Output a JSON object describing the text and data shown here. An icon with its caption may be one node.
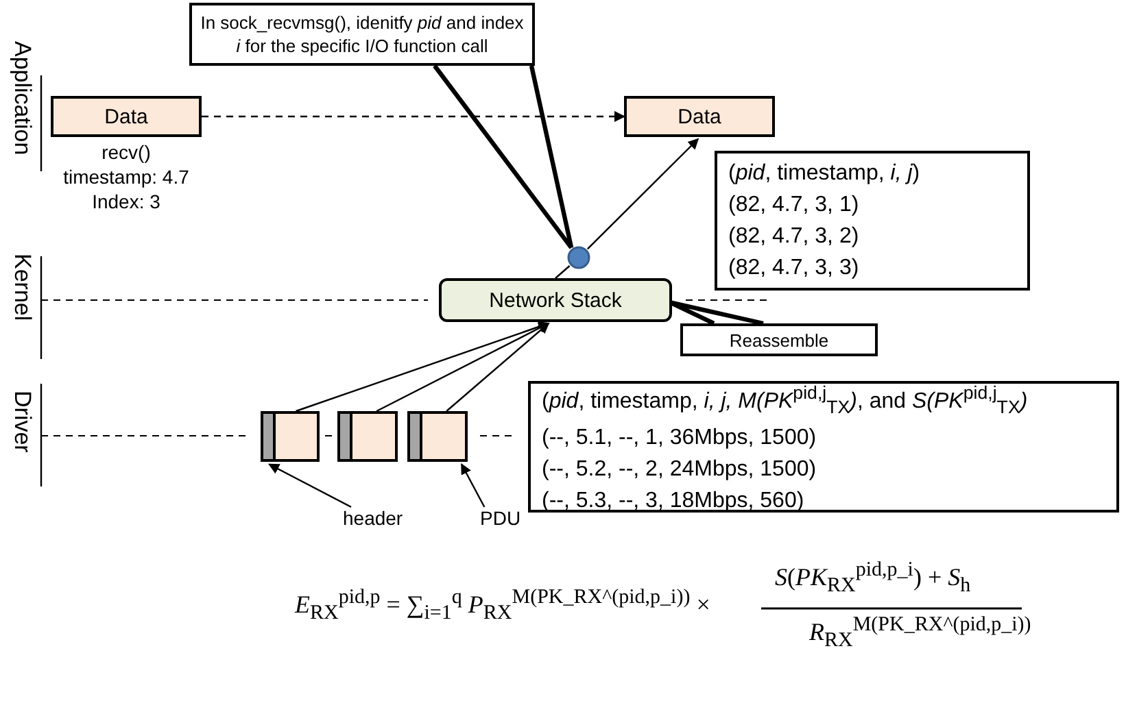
{
  "diagram": {
    "nodes": [
      {
        "text": [
          "In sock_recvmsg(), idenitfy *pid* and index *i* for the specific I/O function call"
        ]
      },
      {
        "text": [
          "Data"
        ],
        "beside": [
          "recv()",
          "timestamp: 4.7",
          "Index: 3"
        ]
      },
      {
        "text": [
          "Data"
        ]
      },
      {
        "text": [],
        "shape": "circle"
      },
      {
        "text": [
          "Network Stack"
        ]
      },
      {
        "text": [
          "(*pid*, timestamp, *i, j*)",
          "(82, 4.7, 3, 1)",
          "(82, 4.7, 3, 2)",
          "(82, 4.7, 3, 3)"
        ]
      },
      {
        "text": [
          "Reassemble"
        ]
      },
      {
        "text": [],
        "shape": "box"
      },
      {
        "text": [],
        "shape": "box"
      },
      {
        "text": [],
        "shape": "box"
      },
      {
        "text": [
          "(*pid*, timestamp, *i, j, M(PK*$^{pid,j}$$_{TX}$*)*, and *S(PK*$^{pid,j}$$_{TX}$*)*",
          "(--, 5.1, --, 1, 36Mbps, 1500)",
          "(--, 5.2, --, 2, 24Mbps, 1500)",
          "(--, 5.3, --, 3, 18Mbps, 560)"
        ]
      },
      {
        "text": [
          "header"
        ]
      },
      {
        "text": [
          "PDU"
        ]
      }
    ],
    "edges": [
      {
        "from": 1,
        "to": 2,
        "arrow": "to",
        "style": "dashed"
      },
      {
        "from": 0,
        "to": 3,
        "arrow": "none",
        "style": "thick"
      },
      {
        "from": 4,
        "to": 3,
        "arrow": "none"
      },
      {
        "from": 3,
        "to": 2,
        "arrow": "to"
      },
      {
        "from": 6,
        "to": 4,
        "arrow": "none",
        "style": "thick"
      },
      {
        "from": 7,
        "to": 4,
        "arrow": "to"
      },
      {
        "from": 8,
        "to": 4,
        "arrow": "to"
      },
      {
        "from": 9,
        "to": 4,
        "arrow": "to"
      },
      {
        "from": 11,
        "to": 7,
        "arrow": "to"
      },
      {
        "from": 12,
        "to": 9,
        "arrow": "to"
      }
    ],
    "labels": [
      "Application",
      "Kernel",
      "Driver",
      "*E*$_{RX}$$^{pid,p}$ = ∑$_{i=1}$$^{q}$ *P*$_{RX}$$^{M(PK_RX^(pid,p_i))}$ ×",
      "*S*(*PK*$_{RX}$$^{pid,p_i}$) + *S*$_{h}$",
      "*R*$_{RX}$$^{M(PK_RX^(pid,p_i))}$"
    ]
  }
}
